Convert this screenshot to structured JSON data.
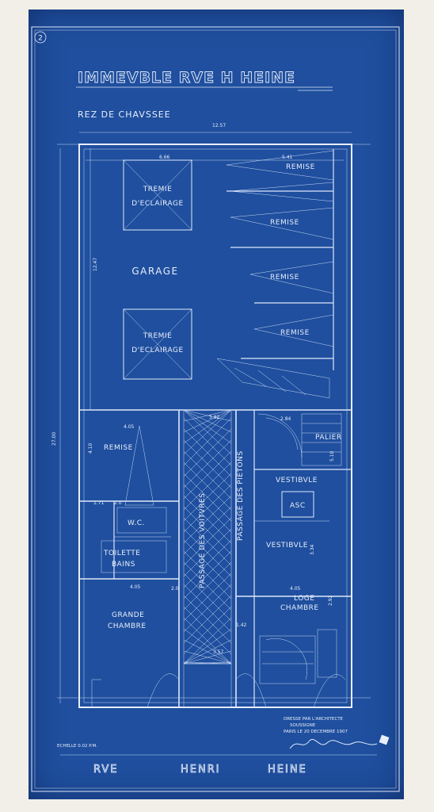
{
  "sheet": {
    "number": "2",
    "title": "IMMEVBLE RVE H HEINE",
    "floor": "REZ DE CHAVSSEE",
    "scale": "ECHELLE 0.02 P.M.",
    "street": [
      "RVE",
      "HENRi",
      "HEINE"
    ],
    "signature_block": [
      "DRESSE PAR L'ARCHITECTE",
      "SOUSSIGNE",
      "PARIS LE 20 DECEMBRE 1907"
    ]
  },
  "rooms": {
    "garage": "GARAGE",
    "tremie_1": [
      "TREMIE",
      "D'ECLAIRAGE"
    ],
    "tremie_2": [
      "TREMIE",
      "D'ECLAIRAGE"
    ],
    "remise_1": "REMISE",
    "remise_2": "REMISE",
    "remise_3": "REMISE",
    "remise_4": "REMISE",
    "remise_5": "REMISE",
    "wc": "W.C.",
    "toilette": [
      "TOILETTE",
      "BAINS"
    ],
    "grande_chambre": [
      "GRANDE",
      "CHAMBRE"
    ],
    "passage_voitures": "PASSAGE DES VOITVRES",
    "passage_pietons": "PASSAGE DES PIETONS",
    "palier": "PALIER",
    "vestibule_1": "VESTIBVLE",
    "asc": "ASC",
    "vestibule_2": "VESTIBVLE",
    "loge": [
      "LOGE",
      "CHAMBRE"
    ]
  },
  "dimensions": {
    "overall_width": "12.57",
    "left_bay": "6.66",
    "right_bay": "5.41",
    "depth_left": "12.47",
    "total_depth": "27.00",
    "mid_left": "4.05",
    "mid_passage": "3.82",
    "mid_right": "2.84",
    "remise_h": "4.10",
    "palier_h": "5.10",
    "left_lower": "4.05",
    "right_lower": "4.05",
    "loge_h": "2.92",
    "vest_h": "3.34",
    "passage_bottom": "3.57",
    "mid_small": "1.42",
    "small_1": "1.71",
    "small_2": "2.0",
    "small_3": "2.0"
  }
}
